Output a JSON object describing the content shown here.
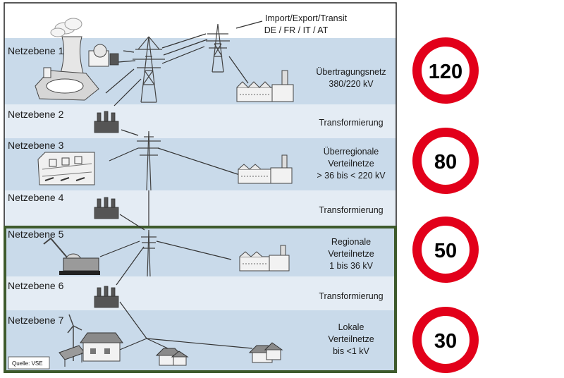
{
  "header": {
    "import_export_line1": "Import/Export/Transit",
    "import_export_line2": "DE / FR / IT / AT"
  },
  "levels": [
    {
      "label": "Netzebene 1",
      "desc": [
        "Übertragungsnetz",
        "380/220 kV"
      ]
    },
    {
      "label": "Netzebene 2",
      "desc": [
        "Transformierung"
      ]
    },
    {
      "label": "Netzebene 3",
      "desc": [
        "Überregionale",
        "Verteilnetze",
        "> 36 bis < 220 kV"
      ]
    },
    {
      "label": "Netzebene 4",
      "desc": [
        "Transformierung"
      ]
    },
    {
      "label": "Netzebene 5",
      "desc": [
        "Regionale",
        "Verteilnetze",
        "1 bis 36 kV"
      ]
    },
    {
      "label": "Netzebene 6",
      "desc": [
        "Transformierung"
      ]
    },
    {
      "label": "Netzebene 7",
      "desc": [
        "Lokale",
        "Verteilnetze",
        "bis <1 kV"
      ]
    }
  ],
  "speed_signs": [
    {
      "value": "120"
    },
    {
      "value": "80"
    },
    {
      "value": "50"
    },
    {
      "value": "30"
    }
  ],
  "source": "Quelle: VSE",
  "colors": {
    "band_dark": "#c9daea",
    "band_light": "#e4ecf4",
    "highlight_border": "#3e5a2c",
    "sign_red": "#e2001a"
  }
}
